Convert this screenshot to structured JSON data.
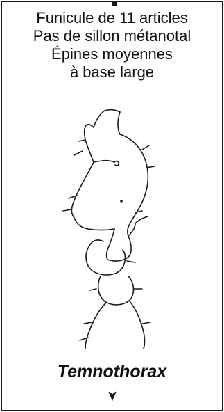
{
  "caption": {
    "lines": [
      "Funicule de 11 articles",
      "Pas de sillon métanotal",
      "Épines moyennes",
      "à base large"
    ]
  },
  "genus": {
    "name": "Temnothorax"
  },
  "icons": {
    "drawing": "ant-mesosoma-lineart",
    "next": "down-arrow-icon"
  }
}
